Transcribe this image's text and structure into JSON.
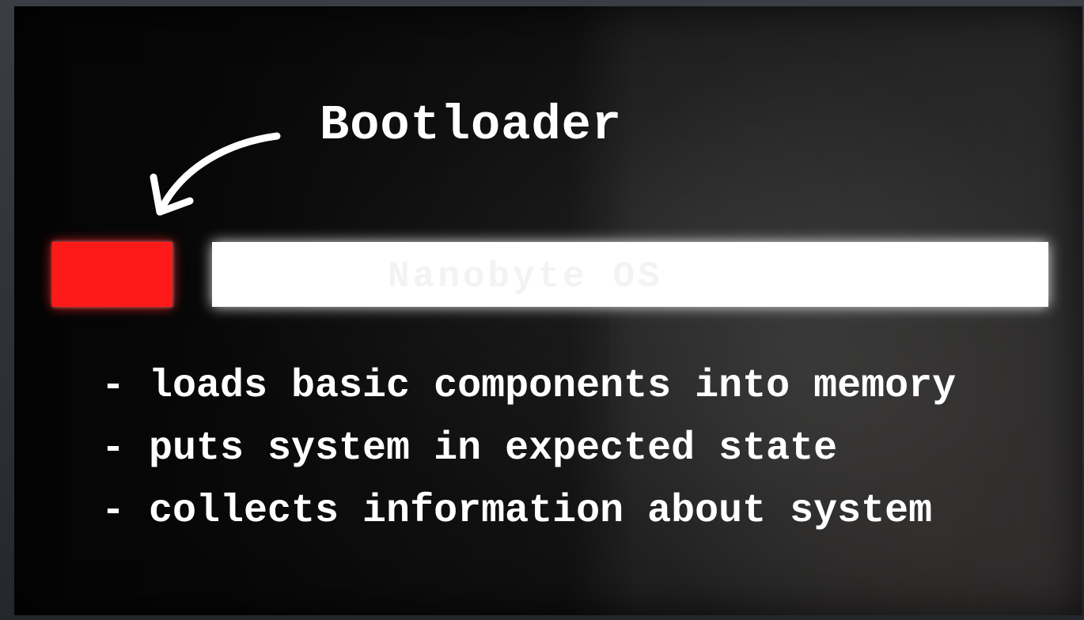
{
  "title": "Bootloader",
  "bar_text": "Nanobyte OS",
  "bullets": [
    "- loads basic components into memory",
    "- puts system in expected state",
    "- collects information about system"
  ],
  "colors": {
    "accent_red": "#ff1a1a",
    "bar_white": "#ffffff",
    "text": "#ffffff",
    "background": "#050505"
  },
  "icons": {
    "arrow": "curved-arrow-icon"
  }
}
